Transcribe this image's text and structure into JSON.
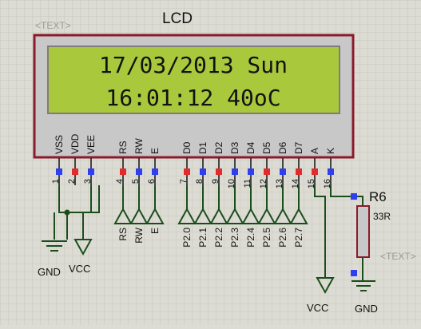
{
  "title": "LCD",
  "text_placeholder_top": "<TEXT>",
  "text_placeholder_right": "<TEXT>",
  "display": {
    "line1": "17/03/2013 Sun",
    "line2": "16:01:12  40oC",
    "bg_color": "#a9c83c",
    "text_color": "#121212"
  },
  "colors": {
    "frame": "#8b1a2b",
    "body": "#c8c8c8",
    "wire": "#1b4d1b",
    "pin_blue": "#2f3ff0",
    "pin_red": "#e42b2b",
    "grid": "#c6c6bd"
  },
  "pins": [
    {
      "num": "1",
      "name": "VSS",
      "color": "blue"
    },
    {
      "num": "2",
      "name": "VDD",
      "color": "red"
    },
    {
      "num": "3",
      "name": "VEE",
      "color": "blue"
    },
    {
      "num": "4",
      "name": "RS",
      "color": "red"
    },
    {
      "num": "5",
      "name": "RW",
      "color": "blue"
    },
    {
      "num": "6",
      "name": "E",
      "color": "blue"
    },
    {
      "num": "7",
      "name": "D0",
      "color": "red"
    },
    {
      "num": "8",
      "name": "D1",
      "color": "blue"
    },
    {
      "num": "9",
      "name": "D2",
      "color": "red"
    },
    {
      "num": "10",
      "name": "D3",
      "color": "blue"
    },
    {
      "num": "11",
      "name": "D4",
      "color": "blue"
    },
    {
      "num": "12",
      "name": "D5",
      "color": "red"
    },
    {
      "num": "13",
      "name": "D6",
      "color": "blue"
    },
    {
      "num": "14",
      "name": "D7",
      "color": "red"
    },
    {
      "num": "15",
      "name": "A",
      "color": "red"
    },
    {
      "num": "16",
      "name": "K",
      "color": "blue"
    }
  ],
  "terminal_labels": [
    "RS",
    "RW",
    "E",
    "P2.0",
    "P2.1",
    "P2.2",
    "P2.3",
    "P2.4",
    "P2.5",
    "P2.6",
    "P2.7"
  ],
  "power_labels": {
    "gnd_left": "GND",
    "vcc_left": "VCC",
    "vcc_bottom": "VCC",
    "gnd_right": "GND"
  },
  "resistor": {
    "ref": "R6",
    "value": "33R"
  }
}
